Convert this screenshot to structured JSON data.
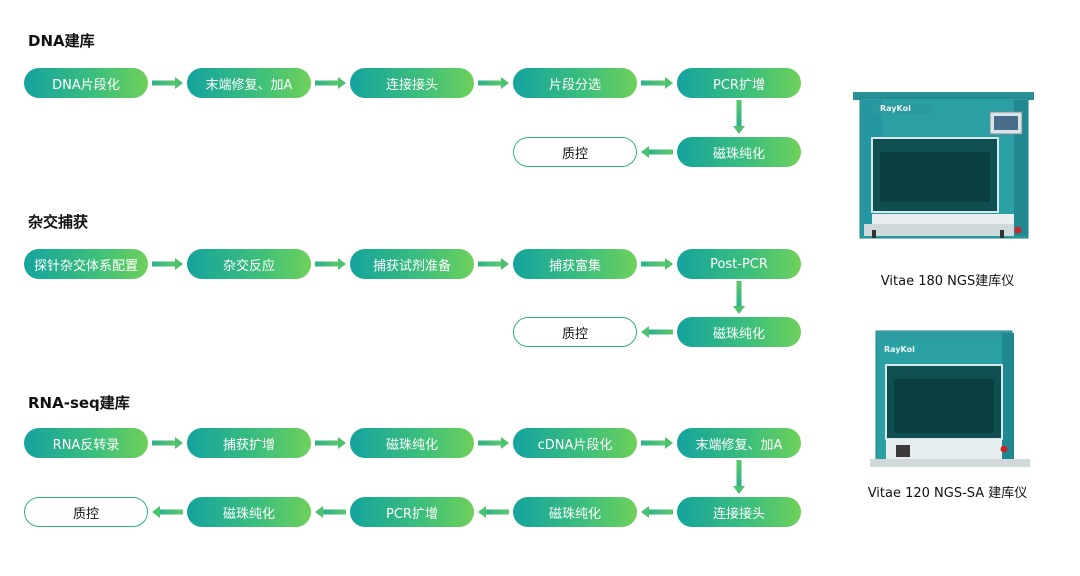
{
  "sections": [
    {
      "title": "DNA建库"
    },
    {
      "title": "杂交捕获"
    },
    {
      "title": "RNA-seq建库"
    }
  ],
  "dna": {
    "row1": [
      "DNA片段化",
      "末端修复、加A",
      "连接接头",
      "片段分选",
      "PCR扩增"
    ],
    "row2": [
      "质控",
      "磁珠纯化"
    ]
  },
  "hyb": {
    "row1": [
      "探针杂交体系配置",
      "杂交反应",
      "捕获试剂准备",
      "捕获富集",
      "Post-PCR"
    ],
    "row2": [
      "质控",
      "磁珠纯化"
    ]
  },
  "rna": {
    "row1": [
      "RNA反转录",
      "捕获扩增",
      "磁珠纯化",
      "cDNA片段化",
      "末端修复、加A"
    ],
    "row2": [
      "质控",
      "磁珠纯化",
      "PCR扩增",
      "磁珠纯化",
      "连接接头"
    ]
  },
  "devices": [
    {
      "name": "Vitae 180 NGS建库仪",
      "brand": "RayKol"
    },
    {
      "name": "Vitae 120 NGS-SA 建库仪",
      "brand": "RayKol"
    }
  ],
  "colors": {
    "pill_start": "#14a39e",
    "pill_end": "#6ed05a",
    "arrow": "#3dbd7f",
    "device_frame": "#2a9aa0"
  }
}
